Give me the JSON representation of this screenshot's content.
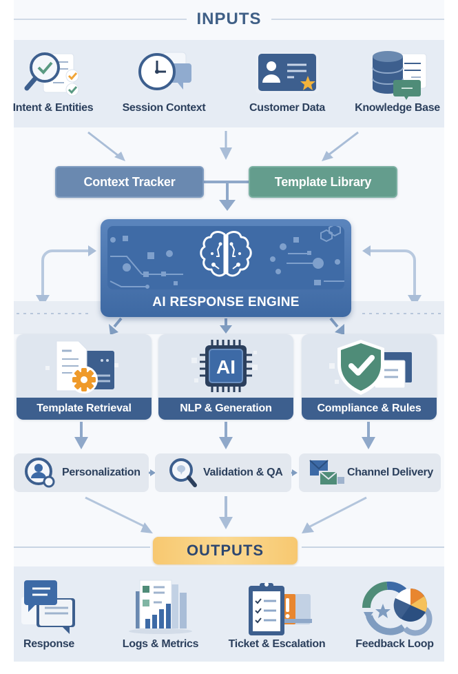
{
  "inputs": {
    "title": "INPUTS",
    "items": [
      {
        "label": "Intent & Entities",
        "icon": "magnifier-checklist-icon"
      },
      {
        "label": "Session Context",
        "icon": "clock-chat-icon"
      },
      {
        "label": "Customer Data",
        "icon": "id-card-star-icon"
      },
      {
        "label": "Knowledge Base",
        "icon": "database-document-icon"
      }
    ]
  },
  "middle": {
    "context_tracker": "Context Tracker",
    "template_library": "Template Library"
  },
  "engine": {
    "label": "AI RESPONSE ENGINE",
    "icon": "brain-circuit-icon"
  },
  "processors": [
    {
      "label": "Template Retrieval",
      "icon": "document-gear-icon"
    },
    {
      "label": "NLP & Generation",
      "icon": "ai-chip-icon",
      "chip_text": "AI"
    },
    {
      "label": "Compliance & Rules",
      "icon": "shield-check-icon"
    }
  ],
  "steps": [
    {
      "label": "Personalization",
      "icon": "user-circle-icon"
    },
    {
      "label": "Validation & QA",
      "icon": "magnifier-icon"
    },
    {
      "label": "Channel Delivery",
      "icon": "envelopes-icon"
    }
  ],
  "outputs": {
    "title": "OUTPUTS",
    "items": [
      {
        "label": "Response",
        "icon": "chat-bubbles-icon"
      },
      {
        "label": "Logs & Metrics",
        "icon": "report-chart-icon"
      },
      {
        "label": "Ticket & Escalation",
        "icon": "clipboard-alert-icon"
      },
      {
        "label": "Feedback Loop",
        "icon": "cycle-pie-icon"
      }
    ]
  },
  "colors": {
    "primary_blue": "#3f6ba6",
    "dark_navy": "#2b3f5c",
    "teal_green": "#649d8d",
    "amber": "#f7c870",
    "orange": "#e8862f"
  }
}
